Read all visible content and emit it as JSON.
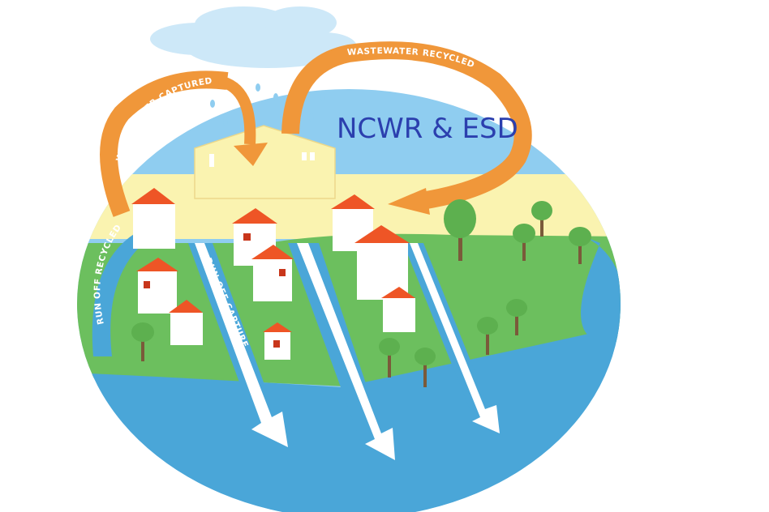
{
  "diagram": {
    "title": "NCWR & ESD",
    "labels": {
      "wastewater_captured": "WASTEWATER CAPTURED",
      "wastewater_recycled": "WASTEWATER RECYCLED",
      "run_off_recycled": "RUN OFF RECYCLED",
      "run_off_captured": "RUN OFF CAPTURED"
    },
    "colors": {
      "sky": "#8fcdf0",
      "cloud": "#cde8f8",
      "sand": "#faf3b0",
      "land": "#6cbf5e",
      "water": "#4aa6d8",
      "arrow_orange": "#f0973a",
      "roof": "#ee5526",
      "title": "#2b3fae"
    }
  }
}
